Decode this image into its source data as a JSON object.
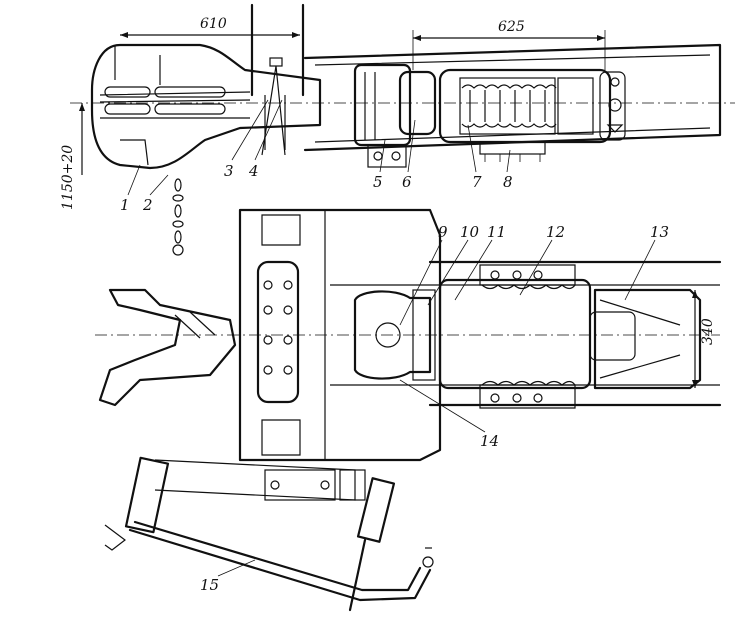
{
  "dimensions": {
    "dim_610": "610",
    "dim_625": "625",
    "dim_340": "340",
    "dim_height": "1150+20"
  },
  "labels": [
    "1",
    "2",
    "3",
    "4",
    "5",
    "6",
    "7",
    "8",
    "9",
    "10",
    "11",
    "12",
    "13",
    "14",
    "15"
  ]
}
